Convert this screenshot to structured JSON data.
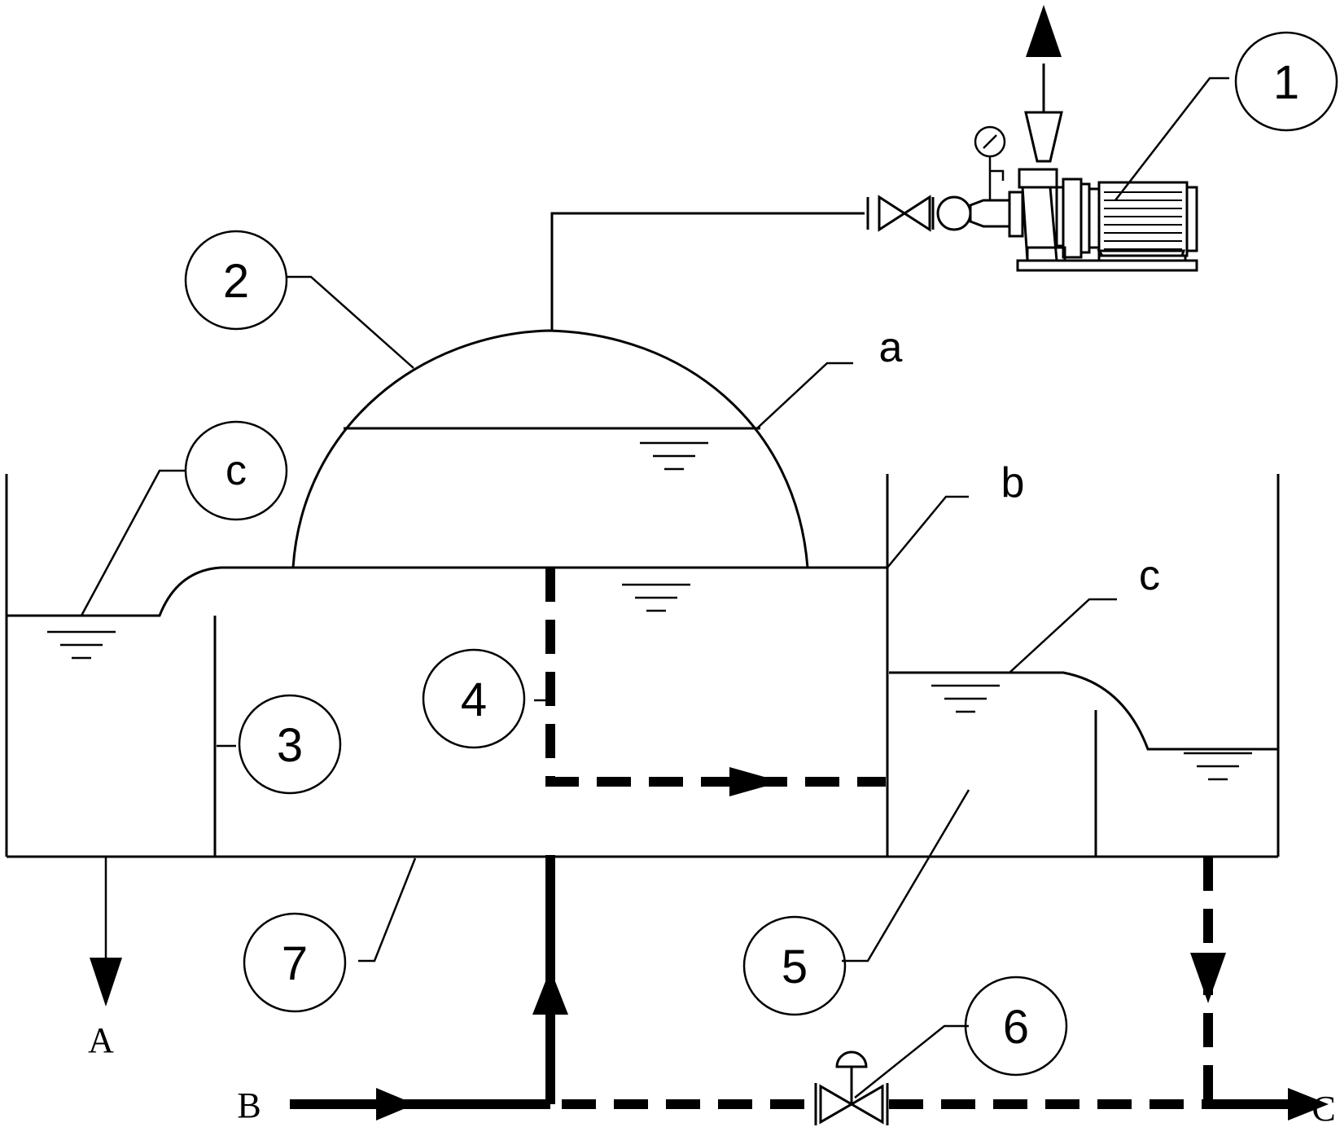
{
  "callouts": {
    "c1": "1",
    "c2": "2",
    "c3": "3",
    "c4": "4",
    "c5": "5",
    "c6": "6",
    "c7": "7"
  },
  "levels": {
    "a": "a",
    "b": "b",
    "c_left": "c",
    "c_right": "c"
  },
  "flows": {
    "A": "A",
    "B": "B",
    "C": "C"
  },
  "icons": {
    "pump": "pump-motor-icon",
    "valve": "gate-valve-icon",
    "control_valve": "control-valve-icon",
    "gauge": "pressure-gauge-icon",
    "water_level": "water-level-icon"
  }
}
